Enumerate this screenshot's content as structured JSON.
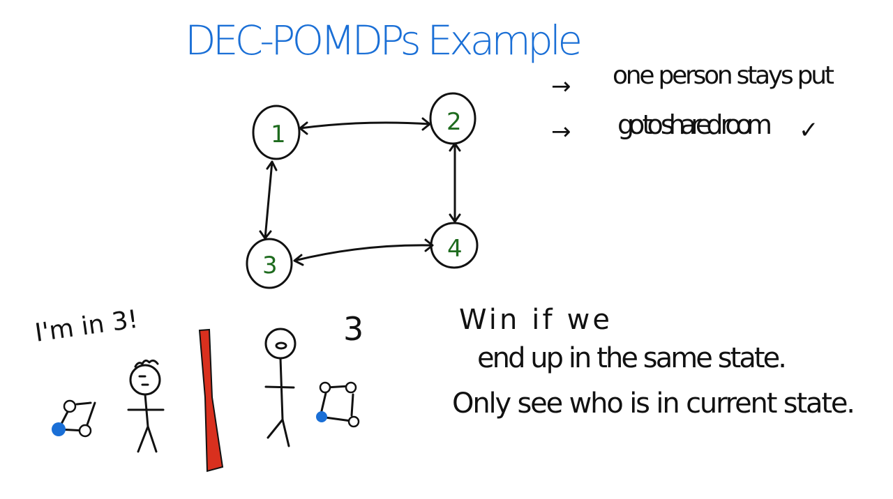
{
  "title": "DEC-POMDPs Example",
  "graph": {
    "nodes": [
      "1",
      "2",
      "3",
      "4"
    ],
    "edges": [
      [
        "1",
        "2"
      ],
      [
        "1",
        "3"
      ],
      [
        "2",
        "4"
      ],
      [
        "3",
        "4"
      ]
    ]
  },
  "options": {
    "arrow": "→",
    "items": [
      "one person stays put",
      "go to shared room"
    ],
    "second_line_2": "room",
    "check": "✓"
  },
  "speech": "I'm in 3!",
  "other_state": "3",
  "rules": {
    "line1": "Win if we",
    "line2": "end up in the same state.",
    "line3": "Only see who is in current state."
  },
  "colors": {
    "title": "#1a6fd6",
    "nodes": "#1e6b1e",
    "wall": "#d9301e",
    "marker": "#1a6fd6"
  }
}
